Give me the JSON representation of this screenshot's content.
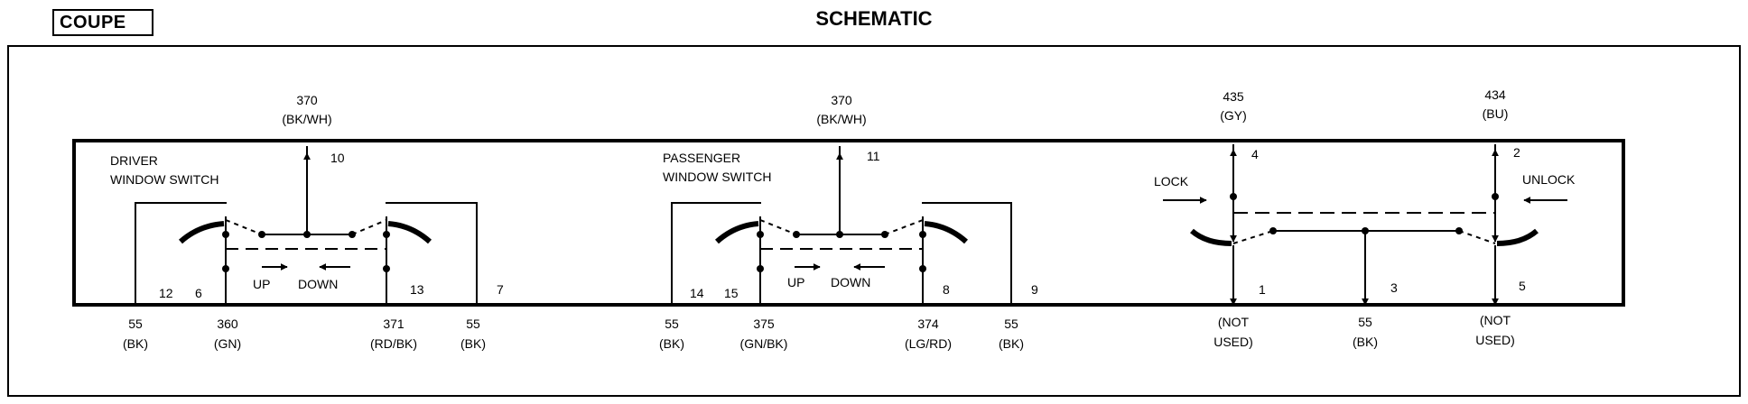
{
  "header": {
    "tag": "COUPE",
    "title": "SCHEMATIC"
  },
  "driver": {
    "label_line1": "DRIVER",
    "label_line2": "WINDOW SWITCH",
    "top_wire": {
      "circuit": "370",
      "color": "(BK/WH)",
      "pin": "10"
    },
    "pins": [
      "12",
      "6",
      "13",
      "7"
    ],
    "wires": [
      {
        "circuit": "55",
        "color": "(BK)"
      },
      {
        "circuit": "360",
        "color": "(GN)"
      },
      {
        "circuit": "371",
        "color": "(RD/BK)"
      },
      {
        "circuit": "55",
        "color": "(BK)"
      }
    ],
    "up": "UP",
    "down": "DOWN"
  },
  "passenger": {
    "label_line1": "PASSENGER",
    "label_line2": "WINDOW SWITCH",
    "top_wire": {
      "circuit": "370",
      "color": "(BK/WH)",
      "pin": "11"
    },
    "pins": [
      "14",
      "15",
      "8",
      "9"
    ],
    "wires": [
      {
        "circuit": "55",
        "color": "(BK)"
      },
      {
        "circuit": "375",
        "color": "(GN/BK)"
      },
      {
        "circuit": "374",
        "color": "(LG/RD)"
      },
      {
        "circuit": "55",
        "color": "(BK)"
      }
    ],
    "up": "UP",
    "down": "DOWN"
  },
  "lock": {
    "lock_label": "LOCK",
    "unlock_label": "UNLOCK",
    "top_left": {
      "circuit": "435",
      "color": "(GY)",
      "pin": "4"
    },
    "top_right": {
      "circuit": "434",
      "color": "(BU)",
      "pin": "2"
    },
    "pins": [
      "1",
      "3",
      "5"
    ],
    "wires": [
      {
        "line1": "(NOT",
        "line2": "USED)"
      },
      {
        "line1": "55",
        "line2": "(BK)"
      },
      {
        "line1": "(NOT",
        "line2": "USED)"
      }
    ]
  }
}
